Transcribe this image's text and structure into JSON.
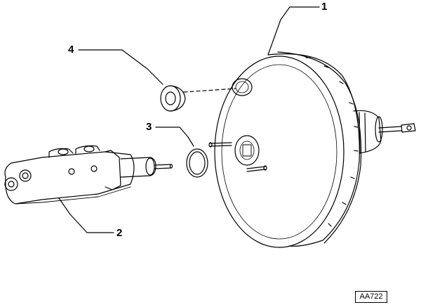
{
  "callouts": {
    "brake_booster": "1",
    "master_cylinder": "2",
    "seal_ring": "3",
    "grommet": "4"
  },
  "reference_code": "AA722"
}
